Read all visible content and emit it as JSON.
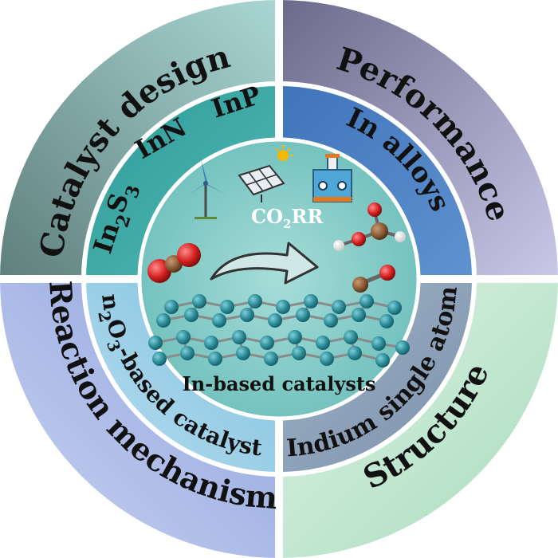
{
  "outer_ring": {
    "top_left": "Catalyst design",
    "top_right": "Performance",
    "bottom_right": "Structure",
    "bottom_left": "Reaction mechanism"
  },
  "inner_ring": {
    "top_left": {
      "materials": [
        "InP",
        "InN"
      ],
      "in2s3": {
        "base": "In",
        "sub1": "2",
        "mid": "S",
        "sub2": "3"
      }
    },
    "top_right": "In alloys",
    "bottom_right": "Indium single atom",
    "bottom_left": {
      "base": "In",
      "sub1": "2",
      "mid": "O",
      "sub2": "3",
      "tail": "-based catalysts"
    }
  },
  "center": {
    "co2rr": {
      "base": "CO",
      "sub": "2",
      "tail": "RR"
    },
    "label": "In-based catalysts"
  },
  "colors": {
    "outer_top_left": "#6f8c8a",
    "outer_top_right": "#8e8fab",
    "outer_bottom_right": "#bfe4cd",
    "outer_bottom_left": "#a9b7e2",
    "inner_top_left": "#2fa3a0",
    "inner_top_right": "#4a7fc1",
    "inner_bottom_right": "#8a9fb6",
    "inner_bottom_left": "#92c9e3",
    "center": "#8ed2cf",
    "atom": "#2a8a96",
    "oxygen": "#d42020",
    "carbon": "#8a5a35"
  },
  "icons": [
    "wind-turbine-icon",
    "solar-panel-icon",
    "sun-icon",
    "factory-icon"
  ]
}
